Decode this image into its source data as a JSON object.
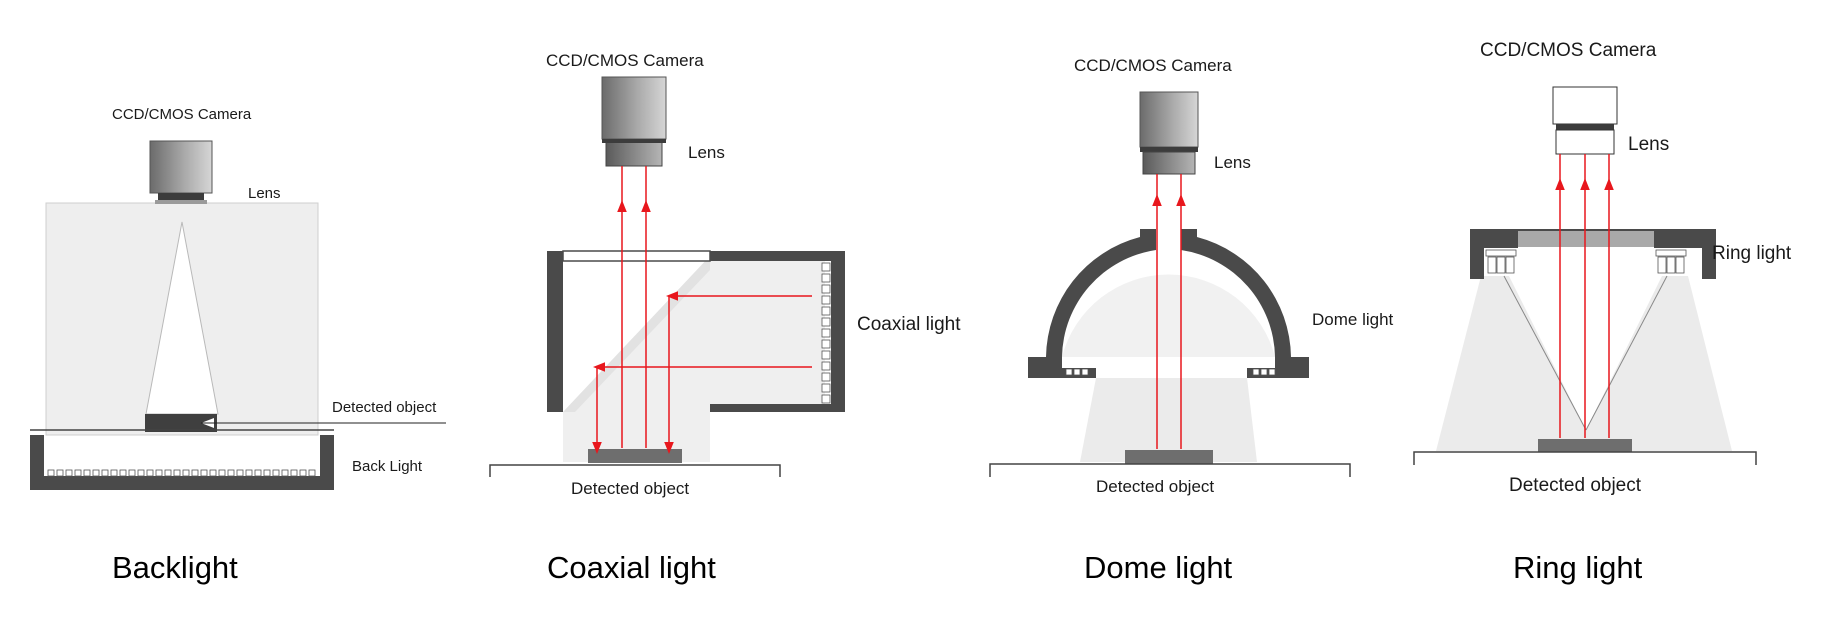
{
  "panels": [
    {
      "caption": "Backlight",
      "camera": "CCD/CMOS Camera",
      "lens": "Lens",
      "object": "Detected object",
      "light": "Back Light"
    },
    {
      "caption": "Coaxial light",
      "camera": "CCD/CMOS Camera",
      "lens": "Lens",
      "light": "Coaxial light",
      "object": "Detected object"
    },
    {
      "caption": "Dome light",
      "camera": "CCD/CMOS Camera",
      "lens": "Lens",
      "light": "Dome light",
      "object": "Detected object"
    },
    {
      "caption": "Ring light",
      "camera": "CCD/CMOS Camera",
      "lens": "Lens",
      "light": "Ring light",
      "object": "Detected object"
    }
  ],
  "colors": {
    "housing": "#4a4a4a",
    "beam": "#e8171d",
    "glow": "#ebebeb",
    "panel": "#efefef"
  }
}
